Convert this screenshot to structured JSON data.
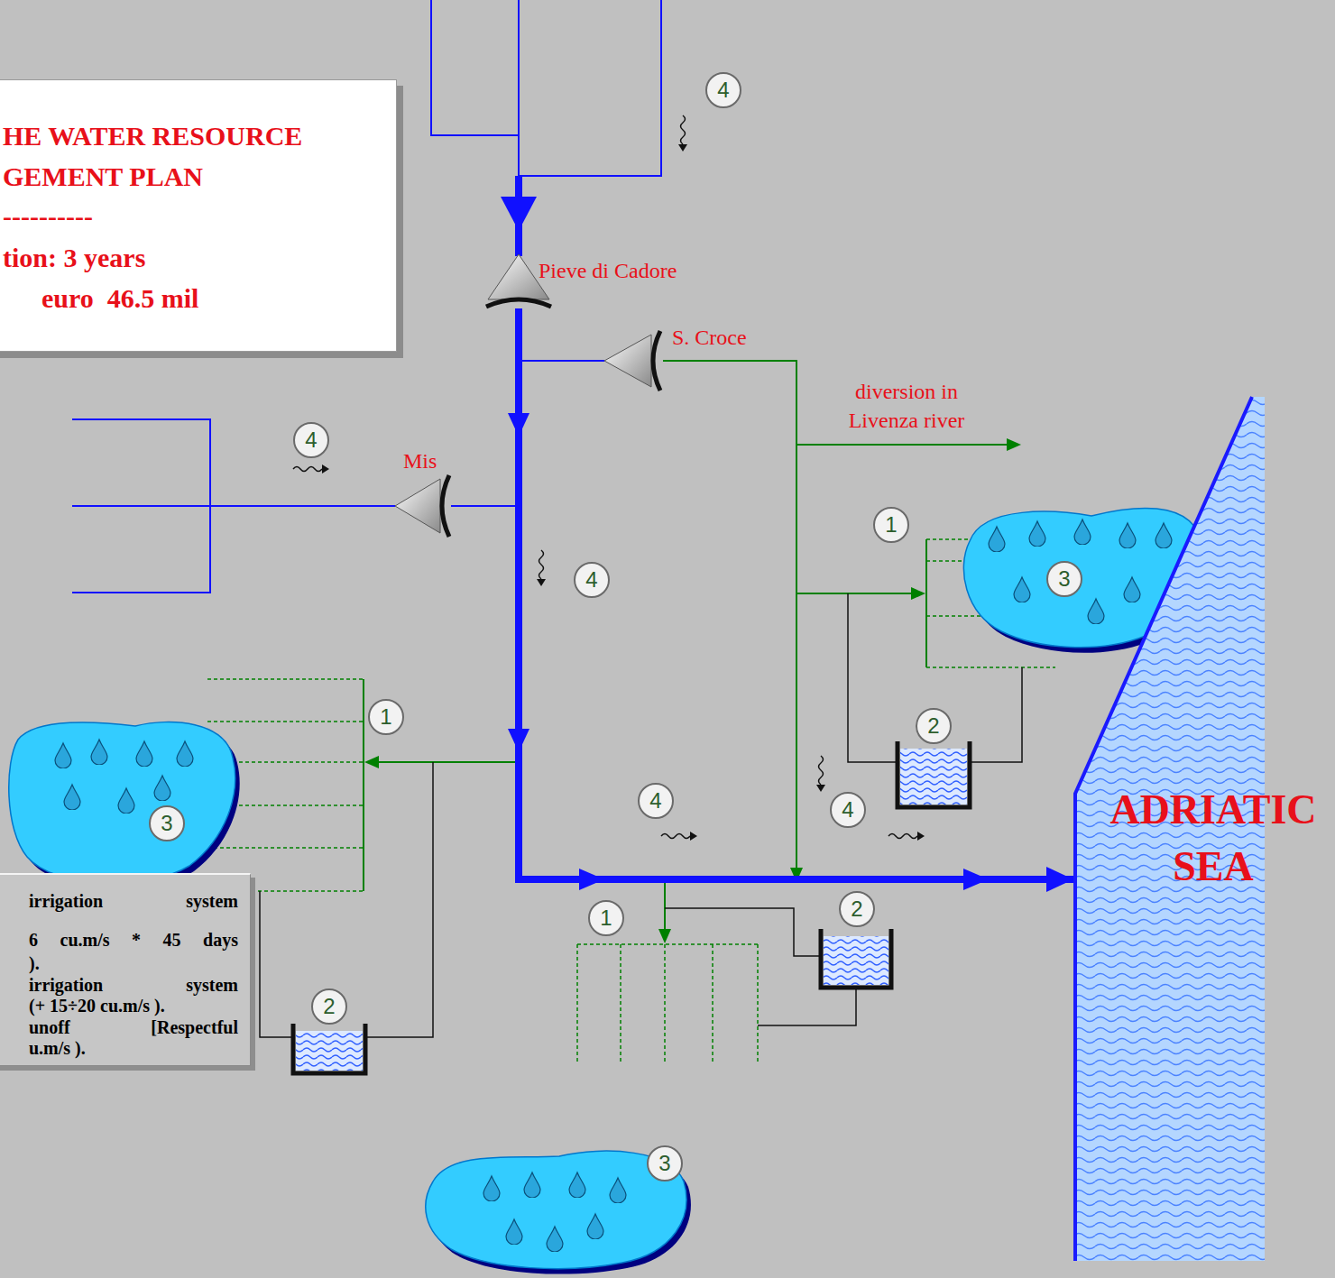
{
  "diagram": {
    "nodes": [
      {
        "text": [
          "HE WATER RESOURCE",
          "GEMENT PLAN",
          "----------",
          "tion: 3 years",
          "euro  46.5 mil"
        ]
      },
      {
        "text": [
          "4"
        ]
      },
      {
        "text": [
          "Pieve di Cadore"
        ]
      },
      {
        "text": [
          "S. Croce"
        ]
      },
      {
        "text": [
          "4"
        ]
      },
      {
        "text": [
          "Mis"
        ]
      },
      {
        "text": [
          "1"
        ]
      },
      {
        "text": [
          "3"
        ]
      },
      {
        "text": [
          "4"
        ]
      },
      {
        "text": [
          "1"
        ]
      },
      {
        "text": [
          "2"
        ]
      },
      {
        "text": [
          "4"
        ]
      },
      {
        "text": [
          "4"
        ]
      },
      {
        "text": [
          "ADRIATIC SEA"
        ]
      },
      {
        "text": [
          "3"
        ]
      },
      {
        "text": [
          "2"
        ]
      },
      {
        "text": [
          "irrigation system",
          "6 cu.m/s * 45 days",
          ").",
          "irrigation system",
          "(+ 15÷20 cu.m/s ).",
          "unoff [Respectful",
          "u.m/s )."
        ]
      },
      {
        "text": [
          "1"
        ]
      },
      {
        "text": [
          "2"
        ]
      },
      {
        "text": [
          "3"
        ]
      }
    ],
    "edges": [
      {
        "from": 2,
        "to": 13,
        "arrow": "to"
      }
    ],
    "labels": [
      "diversion in Livenza river"
    ]
  }
}
